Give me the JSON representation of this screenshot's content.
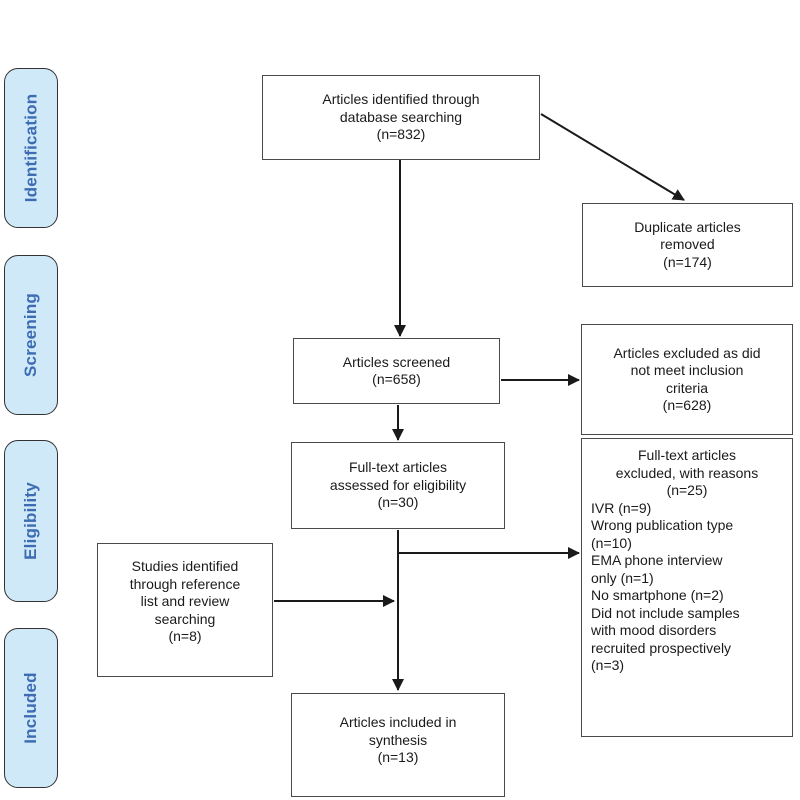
{
  "sidebar": {
    "stages": [
      {
        "label": "Identification"
      },
      {
        "label": "Screening"
      },
      {
        "label": "Eligibility"
      },
      {
        "label": "Included"
      }
    ]
  },
  "boxes": {
    "identified": {
      "text": "Articles identified through\ndatabase searching\n(n=832)"
    },
    "duplicates": {
      "text": "Duplicate articles\nremoved\n(n=174)"
    },
    "screened": {
      "text": "Articles screened\n(n=658)"
    },
    "excluded": {
      "text": "Articles excluded as did\nnot meet inclusion\ncriteria\n(n=628)"
    },
    "fulltext": {
      "text": "Full-text articles\nassessed for eligibility\n(n=30)"
    },
    "reasons": {
      "header": "Full-text articles\nexcluded, with reasons\n(n=25)",
      "items": "IVR (n=9)\nWrong publication type\n(n=10)\nEMA phone interview\nonly (n=1)\nNo smartphone (n=2)\nDid not include samples\nwith mood disorders\nrecruited prospectively\n(n=3)"
    },
    "reference": {
      "text": "Studies identified\nthrough reference\nlist and review\nsearching\n(n=8)"
    },
    "included": {
      "text": "Articles included in\nsynthesis\n(n=13)"
    }
  },
  "colors": {
    "stage_fill": "#cfe9f9",
    "stage_text": "#3d6cb3",
    "stage_border": "#333333",
    "box_border": "#4a4a4a",
    "arrow": "#1a1a1a"
  }
}
